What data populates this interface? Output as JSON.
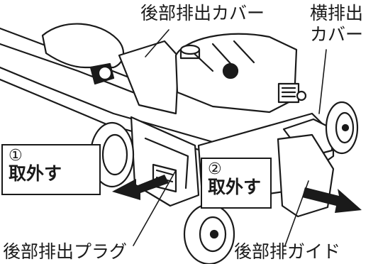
{
  "labels": {
    "rear_discharge_cover": "後部排出カバー",
    "side_discharge_cover_line1": "横排出",
    "side_discharge_cover_line2": "カバー",
    "rear_discharge_plug": "後部排出プラグ",
    "rear_discharge_guide": "後部排ガイド"
  },
  "steps": [
    {
      "number": "①",
      "action": "取外す"
    },
    {
      "number": "②",
      "action": "取外す"
    }
  ],
  "colors": {
    "ink": "#1a1a1a",
    "paper": "#ffffff"
  }
}
